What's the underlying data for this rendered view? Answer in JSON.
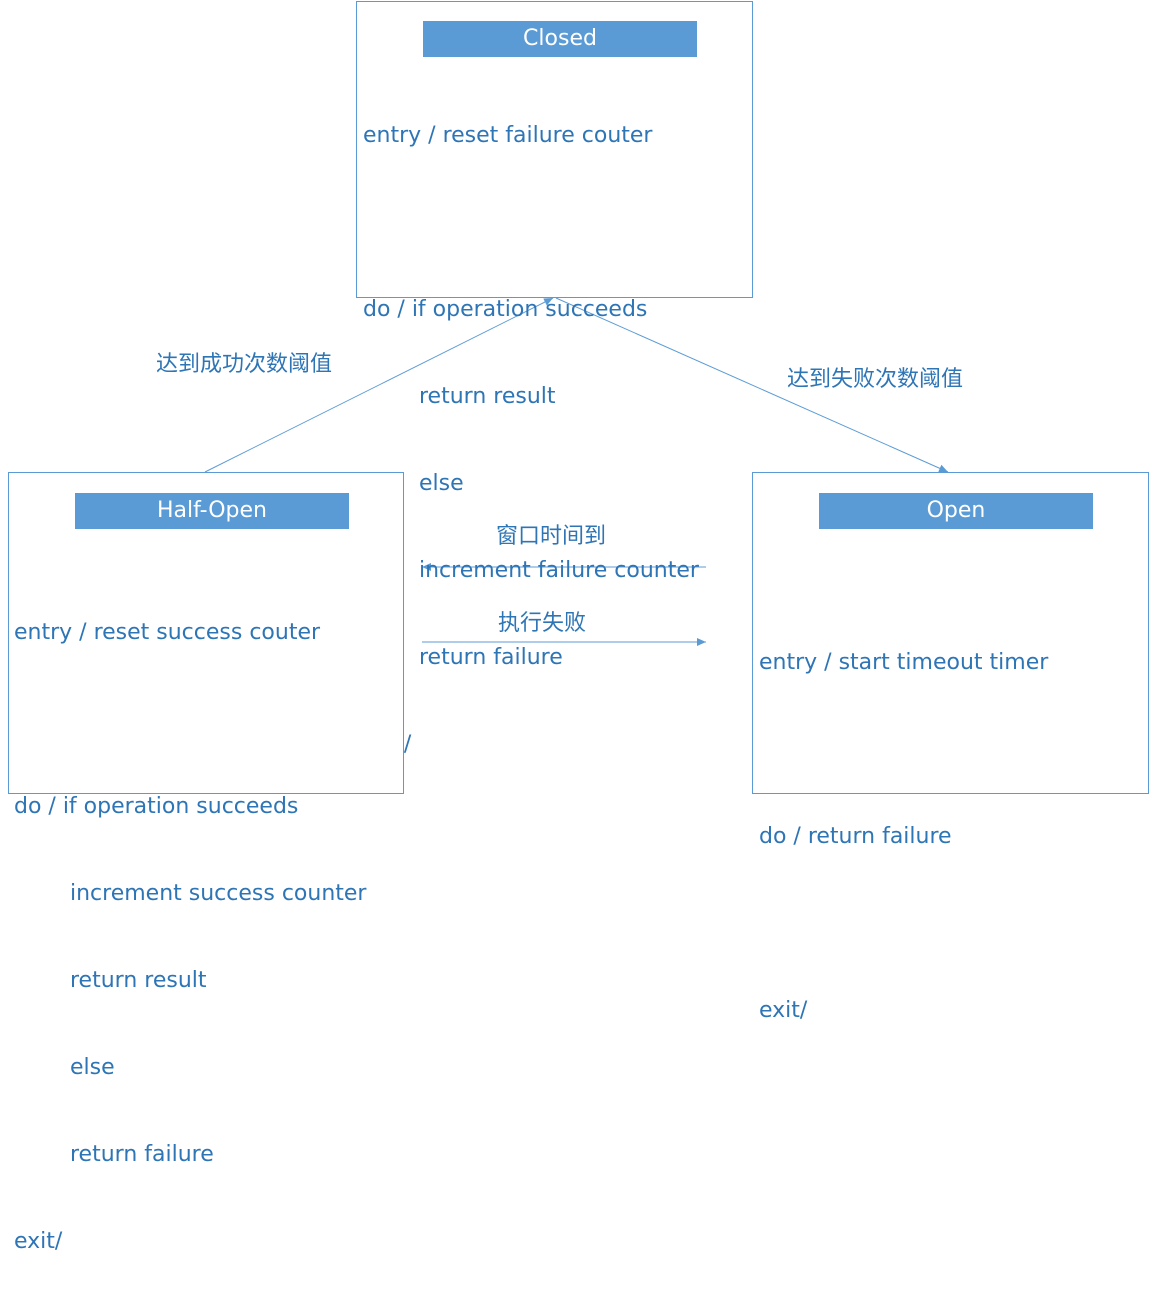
{
  "closed": {
    "title": "Closed",
    "entry": "entry / reset failure couter",
    "do": "do / if operation succeeds",
    "l1": "return result",
    "l2": "else",
    "l3": "increment failure counter",
    "l4": "return failure",
    "exit": "exit/"
  },
  "half_open": {
    "title": "Half-Open",
    "entry": "entry / reset success couter",
    "do": "do / if operation succeeds",
    "l1": "increment success counter",
    "l2": "return result",
    "l3": "else",
    "l4": "return failure",
    "exit": "exit/"
  },
  "open": {
    "title": "Open",
    "entry": "entry / start timeout timer",
    "do": "do / return failure",
    "exit": "exit/"
  },
  "edges": {
    "success_threshold": "达到成功次数阈值",
    "failure_threshold": "达到失败次数阈值",
    "window_elapsed": "窗口时间到",
    "execution_failed": "执行失败"
  },
  "colors": {
    "accent": "#5b9bd5",
    "text": "#2e75b6"
  }
}
